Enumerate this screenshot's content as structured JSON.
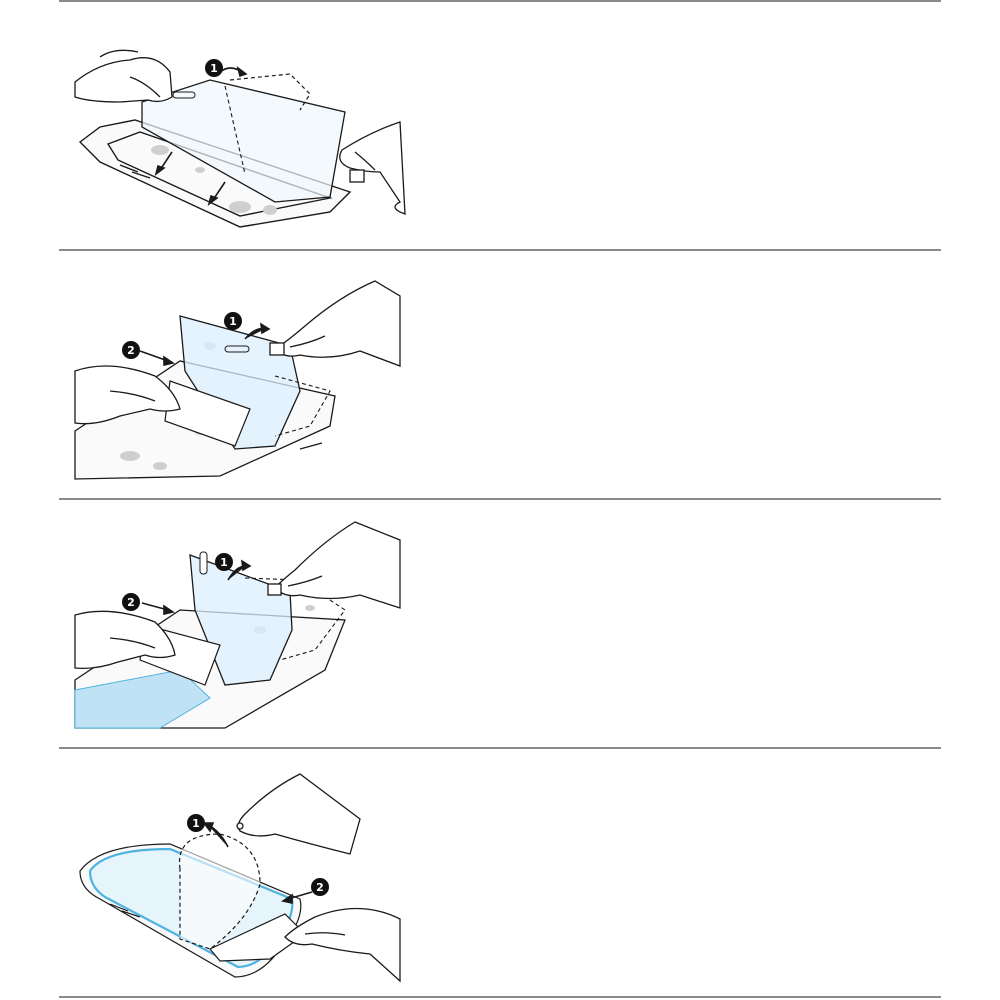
{
  "steps": [
    {
      "badges": [
        "1"
      ]
    },
    {
      "badges": [
        "1",
        "2"
      ]
    },
    {
      "badges": [
        "1",
        "2"
      ]
    },
    {
      "badges": [
        "1",
        "2"
      ]
    }
  ],
  "colors": {
    "line": "#1a1a1a",
    "divider": "#8a8a8a",
    "film_blue": "#bfe2f4",
    "screen_edge_blue": "#4fb3e0",
    "smudge": "#cfcfcf"
  },
  "icons": [
    "hand-icon",
    "phone-icon",
    "protector-film-icon",
    "arrow-icon",
    "dust-smudge-icon"
  ]
}
